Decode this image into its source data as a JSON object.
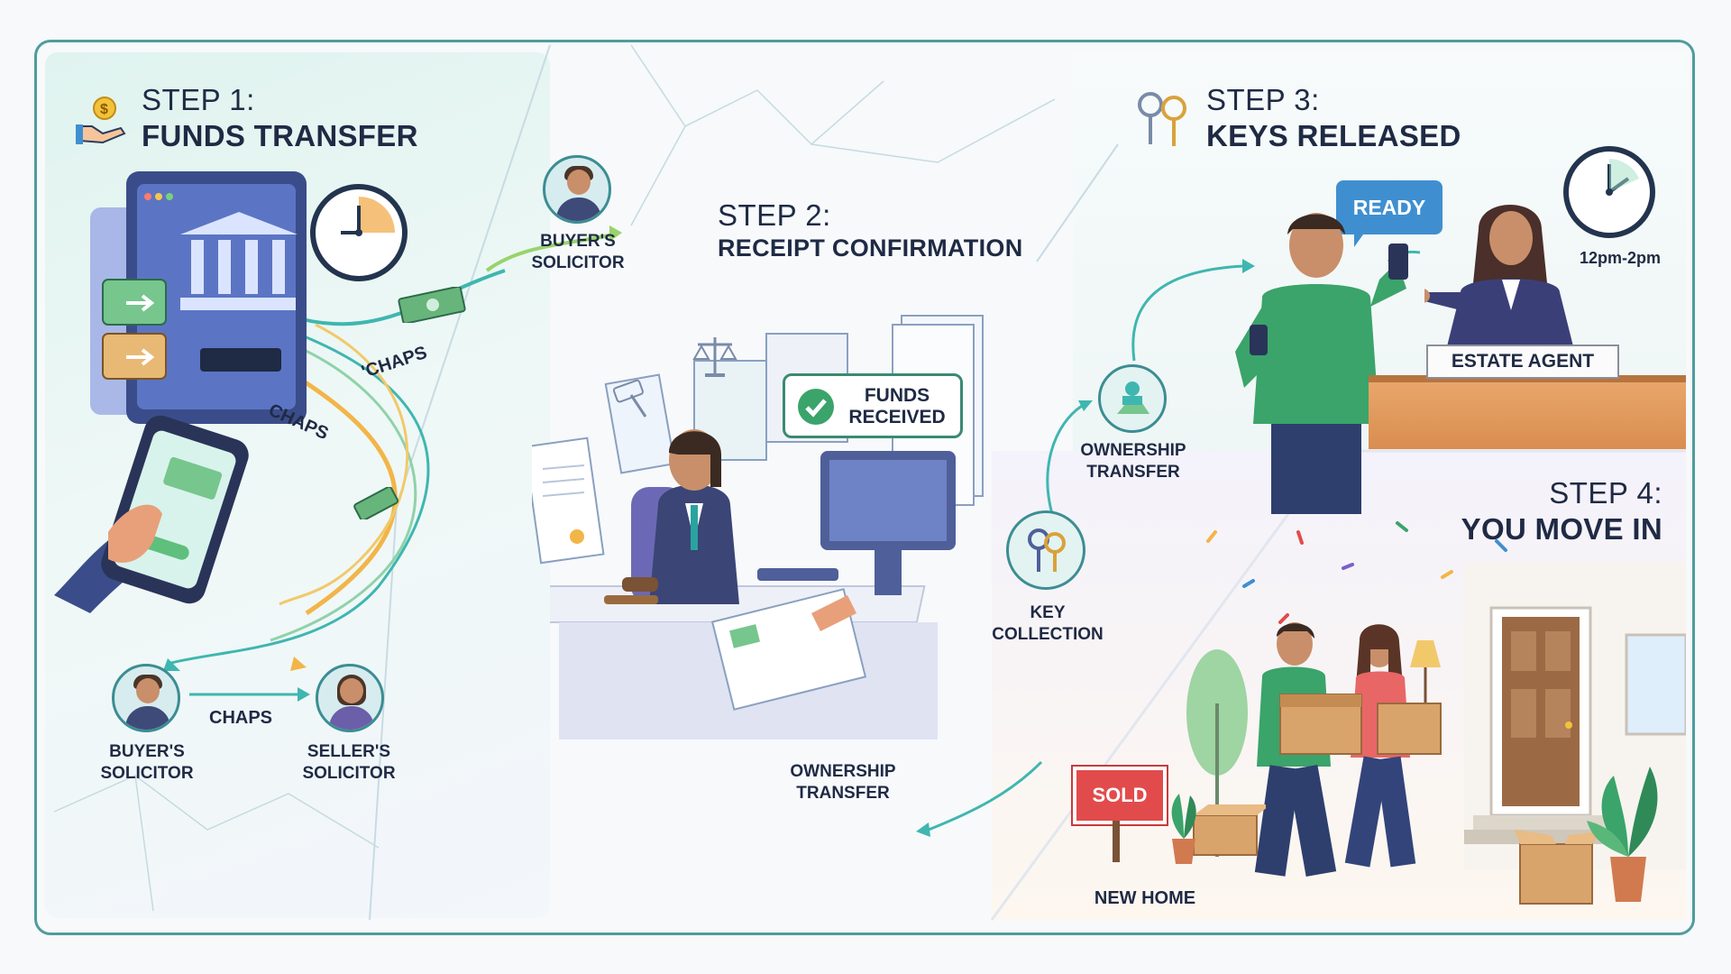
{
  "steps": {
    "s1": {
      "num": "STEP 1:",
      "title": "FUNDS TRANSFER"
    },
    "s2": {
      "num": "STEP 2:",
      "title": "RECEIPT CONFIRMATION"
    },
    "s3": {
      "num": "STEP 3:",
      "title": "KEYS RELEASED"
    },
    "s4": {
      "num": "STEP 4:",
      "title": "YOU MOVE IN"
    }
  },
  "panel1": {
    "buyers_solicitor_top": [
      "BUYER'S",
      "SOLICITOR"
    ],
    "chaps_top": "'CHAPS",
    "chaps_mid": "CHAPS",
    "chaps_bottom": "CHAPS",
    "buyers_solicitor_bottom": [
      "BUYER'S",
      "SOLICITOR"
    ],
    "sellers_solicitor": [
      "SELLER'S",
      "SOLICITOR"
    ]
  },
  "panel2": {
    "funds_received": [
      "FUNDS",
      "RECEIVED"
    ],
    "ownership_transfer": [
      "OWNERSHIP",
      "TRANSFER"
    ]
  },
  "flow": {
    "ownership_transfer": [
      "OWNERSHIP",
      "TRANSFER"
    ],
    "key_collection": [
      "KEY",
      "COLLECTION"
    ]
  },
  "panel3": {
    "ready": "READY",
    "time": "12pm-2pm",
    "estate_agent": "ESTATE AGENT"
  },
  "panel4": {
    "sold": "SOLD",
    "new_home": "NEW HOME"
  },
  "colors": {
    "frame": "#4f9c9e",
    "teal_arrow": "#3fb6b0",
    "chaps_arrow": "#f2b548",
    "success_check": "#3aa46a",
    "ready_blue": "#3f8fd0",
    "sold_red": "#e24b4b"
  },
  "icons": [
    "money-hand-icon",
    "bank-icon",
    "phone-icon",
    "clock-icon",
    "key-icon",
    "check-icon",
    "scales-icon",
    "gavel-icon",
    "house-door-icon",
    "box-icon",
    "plant-icon",
    "confetti-icon"
  ]
}
